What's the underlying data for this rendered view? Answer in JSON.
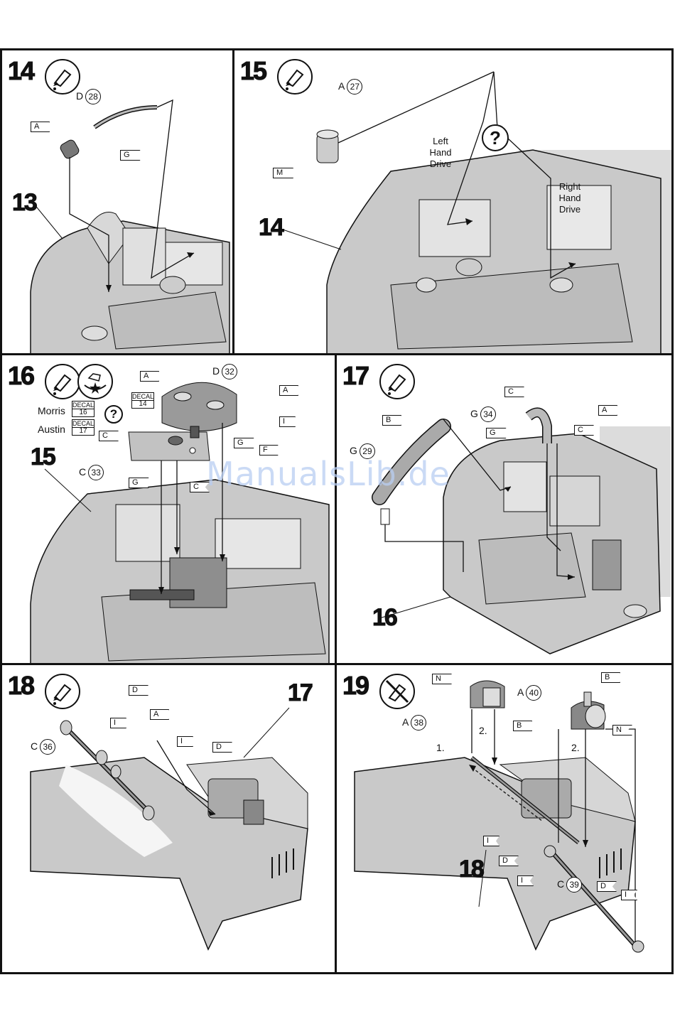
{
  "steps": {
    "s14": {
      "number": "14",
      "ref": "13",
      "parts": [
        {
          "letter": "D",
          "num": "28"
        }
      ],
      "sprues": [
        "A",
        "G"
      ]
    },
    "s15": {
      "number": "15",
      "ref": "14",
      "parts": [
        {
          "letter": "A",
          "num": "27"
        }
      ],
      "sprues": [
        "M"
      ],
      "left_note": "Left\nHand\nDrive",
      "right_note": "Right\nHand\nDrive",
      "question": "?"
    },
    "s16": {
      "number": "16",
      "ref": "15",
      "parts": [
        {
          "letter": "D",
          "num": "32"
        },
        {
          "letter": "C",
          "num": "33"
        }
      ],
      "sprues": [
        "A",
        "A",
        "I",
        "C",
        "G",
        "F",
        "G",
        "C"
      ],
      "decal_label": "DECAL",
      "decal_top": "14",
      "morris": "Morris",
      "morris_decal": "16",
      "austin": "Austin",
      "austin_decal": "17",
      "question": "?"
    },
    "s17": {
      "number": "17",
      "ref": "16",
      "parts": [
        {
          "letter": "G",
          "num": "34"
        },
        {
          "letter": "G",
          "num": "29"
        }
      ],
      "sprues": [
        "C",
        "A",
        "B",
        "G",
        "C"
      ]
    },
    "s18": {
      "number": "18",
      "ref": "17",
      "parts": [
        {
          "letter": "C",
          "num": "36"
        }
      ],
      "sprues": [
        "D",
        "I",
        "A",
        "I",
        "D"
      ]
    },
    "s19": {
      "number": "19",
      "ref": "18",
      "parts": [
        {
          "letter": "A",
          "num": "38"
        },
        {
          "letter": "A",
          "num": "40"
        },
        {
          "letter": "C",
          "num": "39"
        }
      ],
      "sprues": [
        "N",
        "B",
        "B",
        "N",
        "I",
        "D",
        "I",
        "D",
        "I"
      ],
      "order1": "1.",
      "order2a": "2.",
      "order2b": "2."
    }
  },
  "watermark": "ManualsLib.de",
  "icons": [
    "glue-tube-icon",
    "decal-water-icon",
    "no-glue-icon",
    "question-icon"
  ]
}
